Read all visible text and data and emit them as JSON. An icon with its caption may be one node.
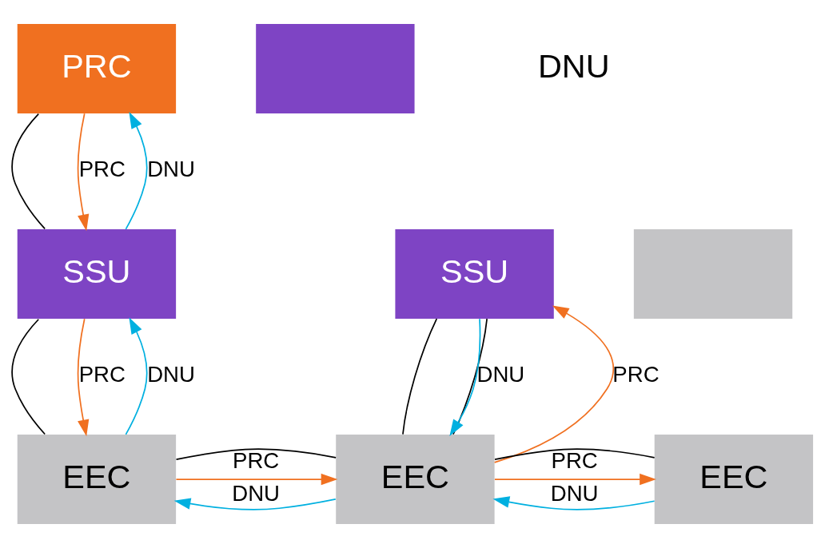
{
  "diagram": {
    "nodes": [
      {
        "text": [
          "PRC"
        ]
      },
      {
        "text": [
          "SSU"
        ]
      },
      {
        "text": [
          "SSU"
        ]
      },
      {
        "text": [
          "EEC"
        ]
      },
      {
        "text": [
          "EEC"
        ]
      },
      {
        "text": [
          "EEC"
        ]
      },
      {
        "text": [],
        "shape": "box"
      },
      {
        "text": [],
        "shape": "box"
      }
    ],
    "edges": [
      {
        "from": 0,
        "to": 1,
        "arrow": "none",
        "color": "#000000"
      },
      {
        "from": 1,
        "to": 0,
        "arrow": "to",
        "label": "DNU",
        "color": "#00b0e0"
      },
      {
        "from": 0,
        "to": 1,
        "arrow": "to",
        "label": "PRC",
        "color": "#f07020"
      },
      {
        "from": 1,
        "to": 3,
        "arrow": "none",
        "color": "#000000"
      },
      {
        "from": 3,
        "to": 1,
        "arrow": "to",
        "label": "DNU",
        "color": "#00b0e0"
      },
      {
        "from": 1,
        "to": 3,
        "arrow": "to",
        "label": "PRC",
        "color": "#f07020"
      },
      {
        "from": 2,
        "to": 4,
        "arrow": "none",
        "color": "#000000"
      },
      {
        "from": 4,
        "to": 2,
        "arrow": "to",
        "label": "PRC",
        "color": "#f07020"
      },
      {
        "from": 2,
        "to": 4,
        "arrow": "none",
        "color": "#000000"
      },
      {
        "from": 2,
        "to": 4,
        "arrow": "to",
        "label": "DNU",
        "color": "#00b0e0"
      },
      {
        "from": 3,
        "to": 4,
        "arrow": "to",
        "label": "PRC",
        "color": "#f07020"
      },
      {
        "from": 3,
        "to": 4,
        "arrow": "none",
        "color": "#000000"
      },
      {
        "from": 4,
        "to": 3,
        "arrow": "to",
        "label": "DNU",
        "color": "#00b0e0"
      },
      {
        "from": 4,
        "to": 5,
        "arrow": "to",
        "label": "PRC",
        "color": "#f07020"
      },
      {
        "from": 4,
        "to": 5,
        "arrow": "none",
        "color": "#000000"
      },
      {
        "from": 5,
        "to": 4,
        "arrow": "to",
        "label": "DNU",
        "color": "#00b0e0"
      }
    ],
    "labels": [
      "DNU"
    ]
  }
}
